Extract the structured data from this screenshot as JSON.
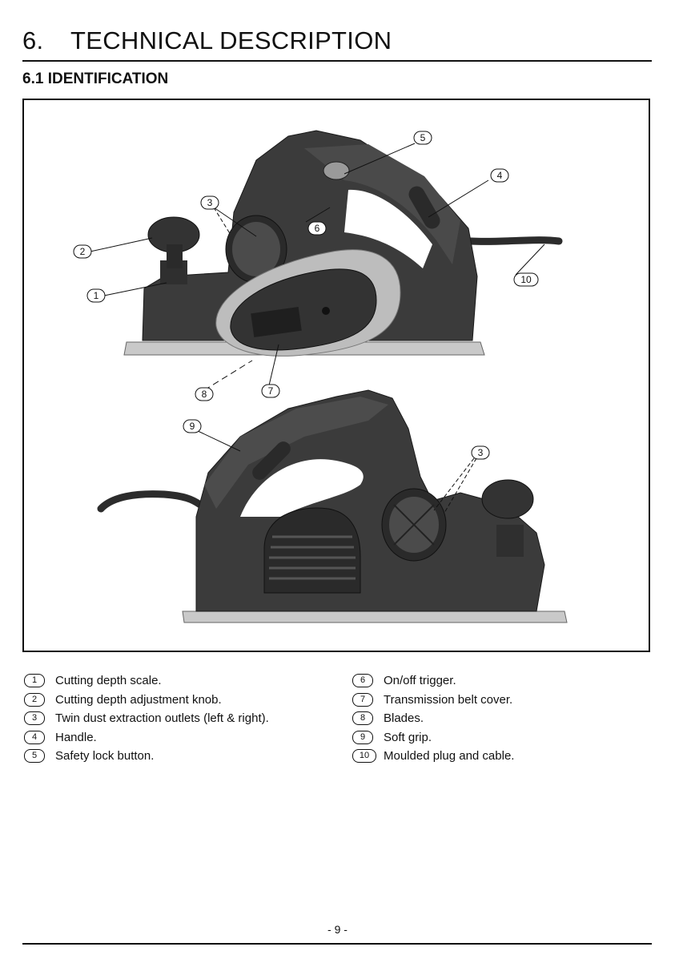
{
  "header": {
    "section_number": "6.",
    "section_title": "TECHNICAL DESCRIPTION",
    "subsection_title": "6.1 IDENTIFICATION"
  },
  "callouts": [
    "1",
    "2",
    "3",
    "4",
    "5",
    "6",
    "7",
    "8",
    "9",
    "10",
    "3"
  ],
  "legend": {
    "left": [
      {
        "num": "1",
        "text": "Cutting depth scale."
      },
      {
        "num": "2",
        "text": "Cutting depth adjustment knob."
      },
      {
        "num": "3",
        "text": "Twin dust extraction outlets (left & right)."
      },
      {
        "num": "4",
        "text": "Handle."
      },
      {
        "num": "5",
        "text": "Safety lock button."
      }
    ],
    "right": [
      {
        "num": "6",
        "text": "On/off trigger."
      },
      {
        "num": "7",
        "text": "Transmission belt cover."
      },
      {
        "num": "8",
        "text": "Blades."
      },
      {
        "num": "9",
        "text": "Soft grip."
      },
      {
        "num": "10",
        "text": "Moulded plug and cable."
      }
    ]
  },
  "footer": {
    "page_number": "- 9 -"
  }
}
